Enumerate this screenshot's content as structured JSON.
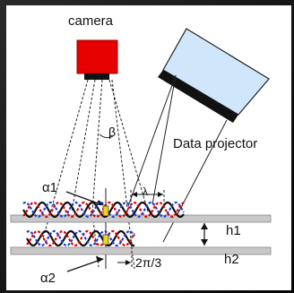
{
  "labels": {
    "camera": "camera",
    "projector": "Data projector",
    "beta": "β",
    "alpha1": "α1",
    "alpha2": "α2",
    "lambda": "λ",
    "h1": "h1",
    "h2": "h2",
    "phase": "2π/3"
  },
  "colors": {
    "camera_body": "#e60000",
    "projector_body": "#cfe6fb",
    "plate_fill": "#c8c8c8",
    "wave_black": "#111111",
    "wave_red": "#e00000",
    "wave_blue": "#1f3fd6",
    "marker_yellow": "#f2d21a"
  }
}
